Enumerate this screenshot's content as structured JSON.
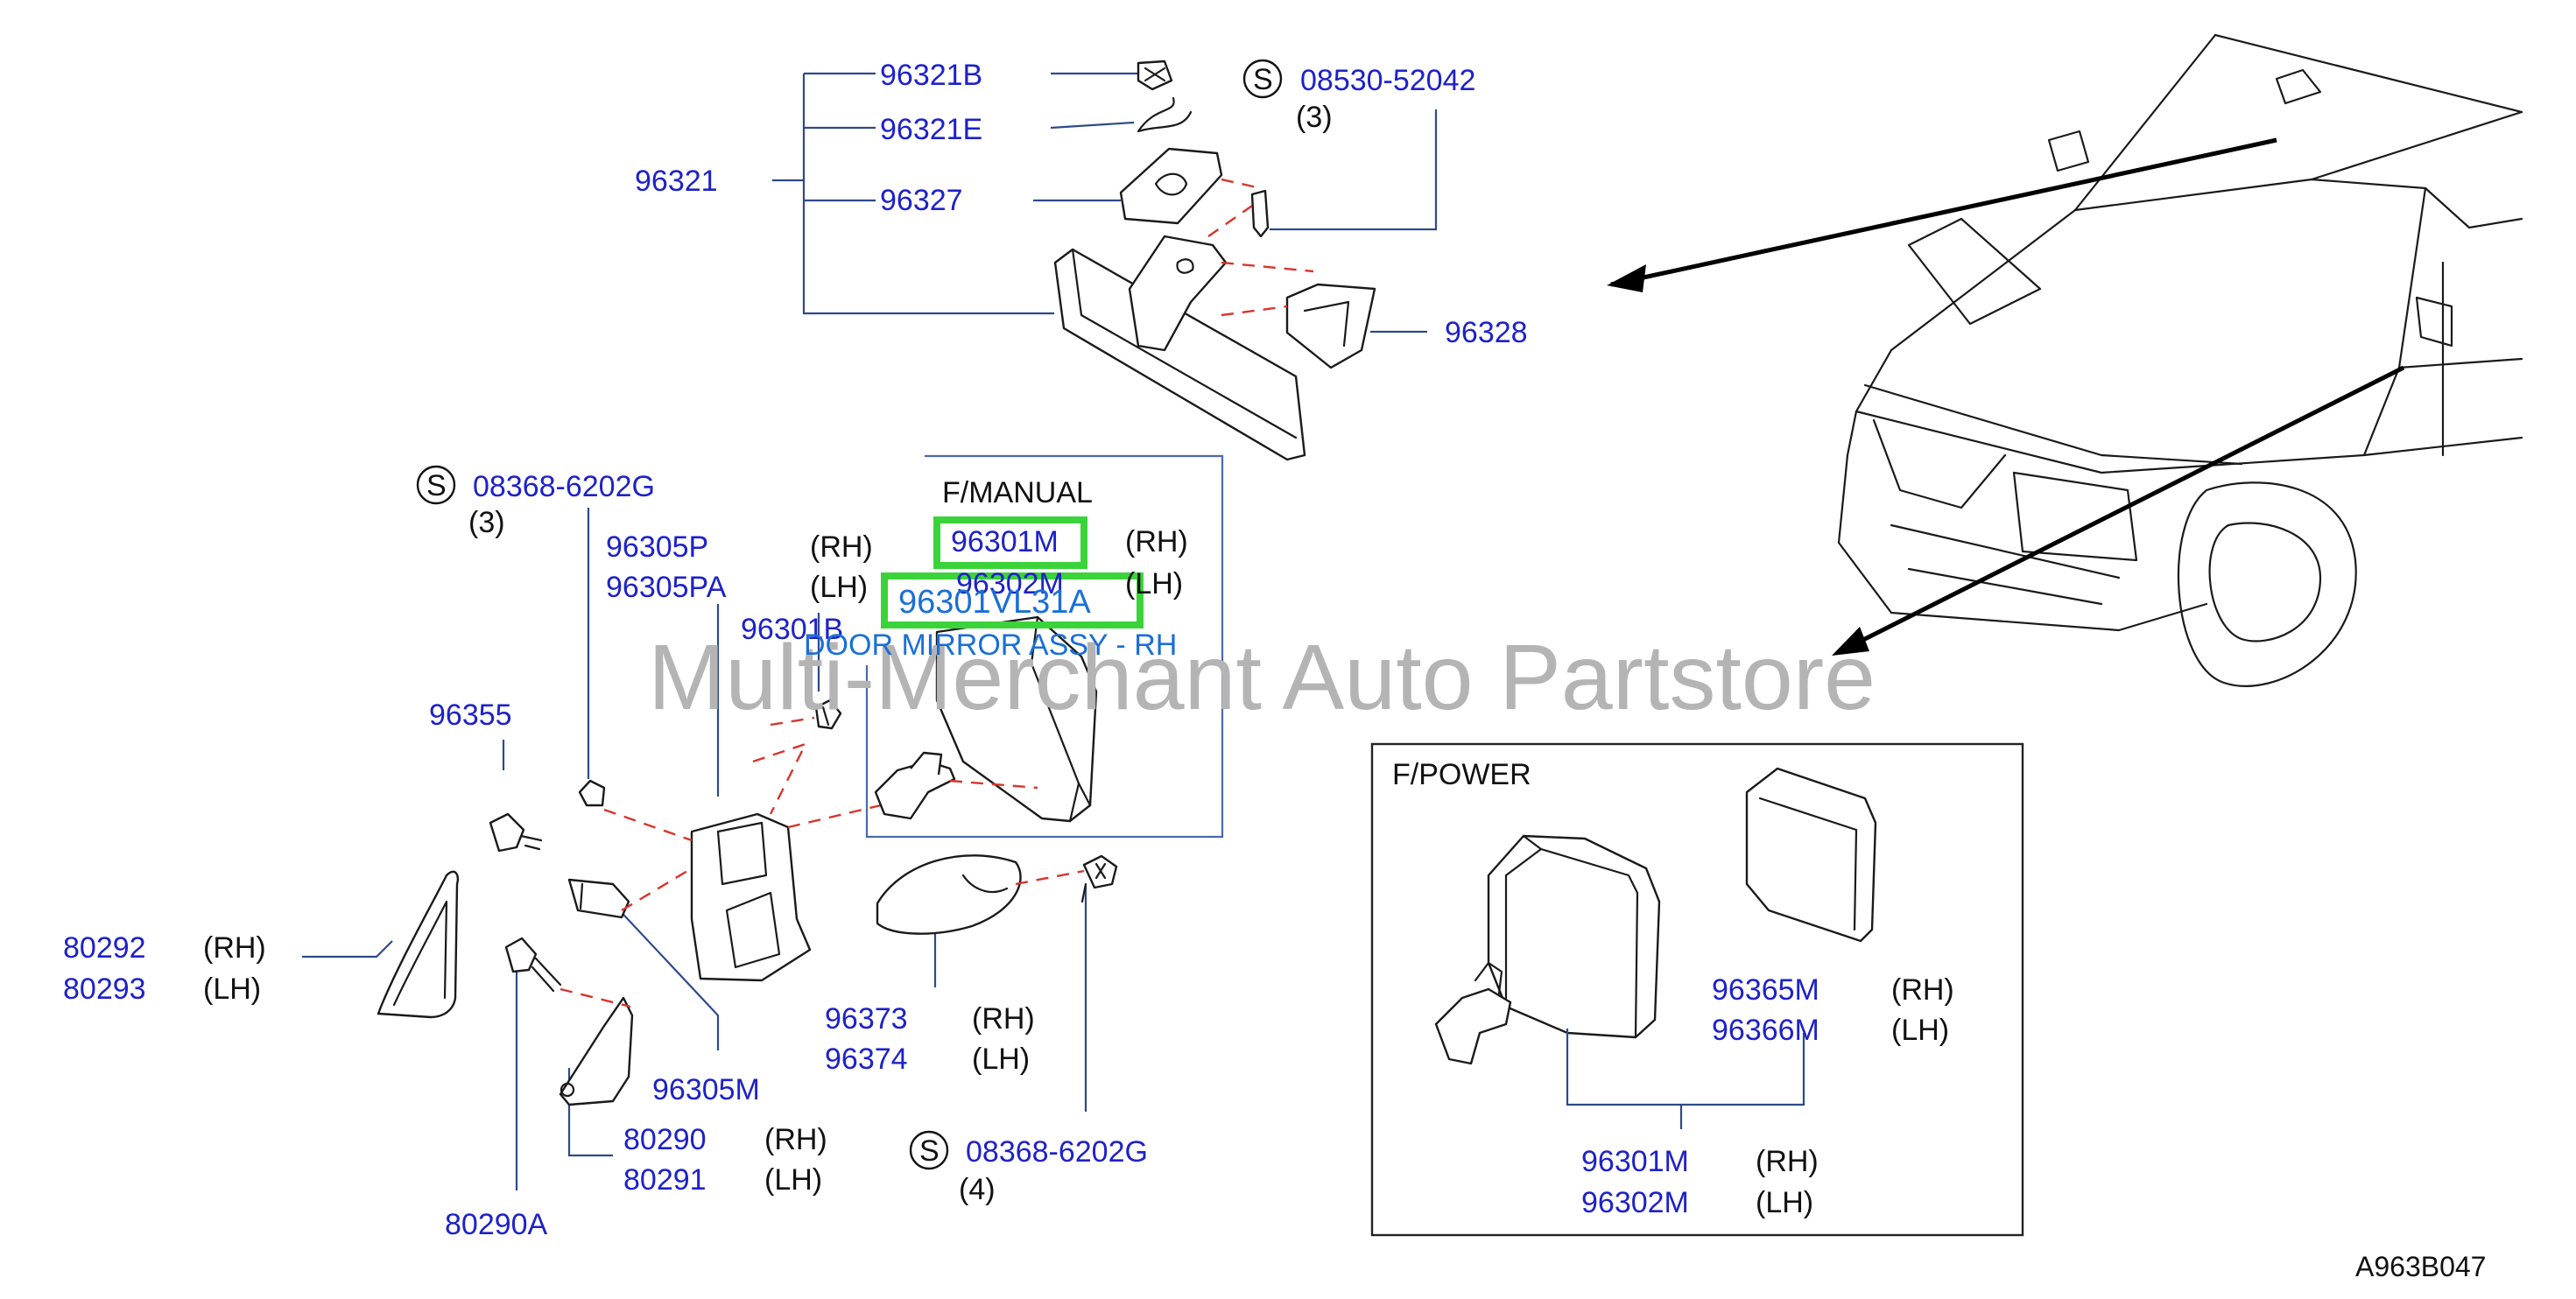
{
  "labels": {
    "p96321B": "96321B",
    "p96321E": "96321E",
    "p96327": "96327",
    "p96321": "96321",
    "s_top": "S",
    "p08530": "08530-52042",
    "q3a": "(3)",
    "p96328": "96328",
    "s_left": "S",
    "p08368a": "08368-6202G",
    "q3b": "(3)",
    "p96305P": "96305P",
    "p96305PA": "96305PA",
    "rh1": "(RH)",
    "lh1": "(LH)",
    "p96301B": "96301B",
    "p96355": "96355",
    "fmanual": "F/MANUAL",
    "p96301M_a": "96301M",
    "p96302M_a": "96302M",
    "rh2": "(RH)",
    "lh2": "(LH)",
    "highlight_part": "96301VL31A",
    "highlight_desc": "DOOR MIRROR ASSY - RH",
    "p80292": "80292",
    "p80293": "80293",
    "rh3": "(RH)",
    "lh3": "(LH)",
    "p96373": "96373",
    "p96374": "96374",
    "rh4": "(RH)",
    "lh4": "(LH)",
    "p96305M": "96305M",
    "p80290": "80290",
    "p80291": "80291",
    "rh5": "(RH)",
    "lh5": "(LH)",
    "p80290A": "80290A",
    "s_bottom": "S",
    "p08368b": "08368-6202G",
    "q4": "(4)",
    "fpower": "F/POWER",
    "p96365M": "96365M",
    "p96366M": "96366M",
    "rh6": "(RH)",
    "lh6": "(LH)",
    "p96301M_b": "96301M",
    "p96302M_b": "96302M",
    "rh7": "(RH)",
    "lh7": "(LH)",
    "diagram_code": "A963B047"
  },
  "watermark": "Multi-Merchant Auto Partstore",
  "colors": {
    "part_number": "#1e22c8",
    "highlight_box": "#3ad43a",
    "highlight_text": "#1a6fd6",
    "dashed_line": "#d8342c",
    "watermark": "#b4b4b4"
  }
}
